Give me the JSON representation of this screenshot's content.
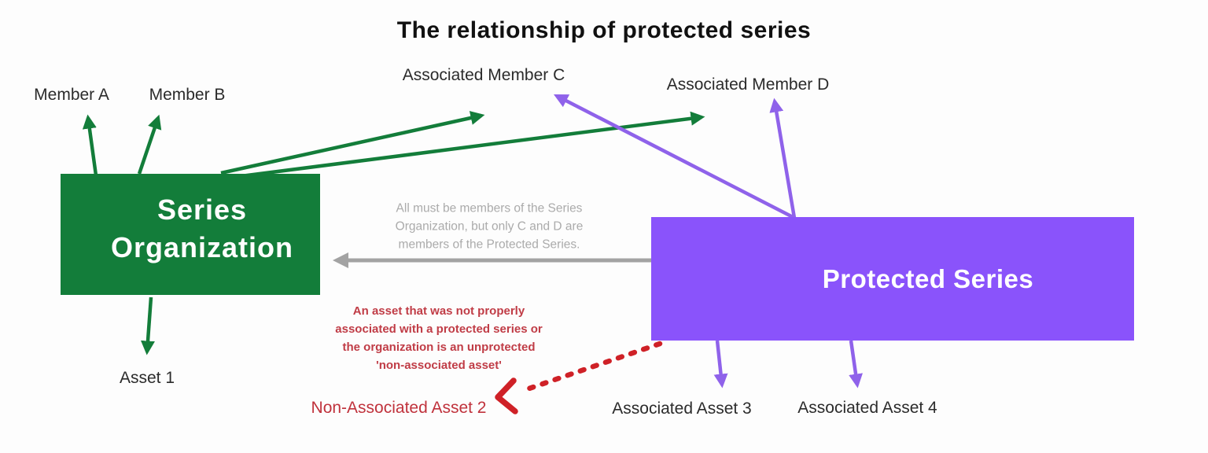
{
  "title": "The relationship of protected series",
  "boxes": {
    "series_org": {
      "label": "Series Organization",
      "color": "#137d3a",
      "text_color": "#ffffff"
    },
    "protected_series": {
      "label": "Protected Series",
      "color": "#8a53fb",
      "text_color": "#ffffff"
    }
  },
  "labels": {
    "member_a": "Member A",
    "member_b": "Member B",
    "assoc_member_c": "Associated Member C",
    "assoc_member_d": "Associated Member D",
    "asset_1": "Asset 1",
    "non_assoc_asset_2": "Non-Associated Asset 2",
    "assoc_asset_3": "Associated Asset 3",
    "assoc_asset_4": "Associated Asset 4"
  },
  "notes": {
    "membership": {
      "lines": [
        "All must be members of the Series",
        "Organization, but only C and D are",
        "members of the Protected Series."
      ],
      "color": "#ababab"
    },
    "non_associated": {
      "lines": [
        "An asset that was not properly",
        "associated with a protected series or",
        "the organization is an unprotected",
        "'non-associated asset'"
      ],
      "color": "#c03c46"
    }
  },
  "colors": {
    "background": "#fdfdfd",
    "green_arrow": "#137d3a",
    "purple_arrow": "#8f62ea",
    "gray_arrow": "#a3a3a3",
    "red_dashed_arrow": "#cf2127",
    "label_text": "#2b2b2b",
    "title_text": "#111111"
  }
}
